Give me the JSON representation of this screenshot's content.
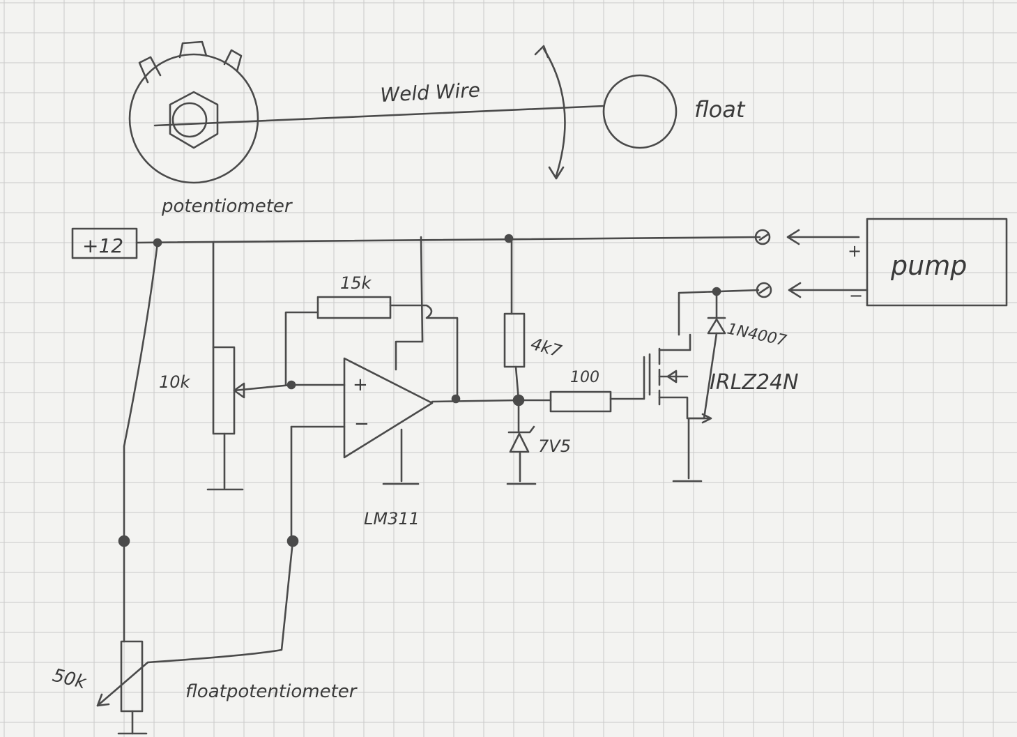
{
  "labels": {
    "weld_wire": "Weld Wire",
    "float": "float",
    "potentiometer": "potentiometer",
    "supply": "+12",
    "r_15k": "15k",
    "r_10k": "10k",
    "r_4k7": "4k7",
    "r_100": "100",
    "diode": "1N4007",
    "mosfet": "IRLZ24N",
    "zener": "7V5",
    "opamp": "LM311",
    "opamp_plus": "+",
    "opamp_minus": "−",
    "pump": "pump",
    "pump_plus": "+",
    "pump_minus": "−",
    "r_50k": "50k",
    "float_potentiometer": "floatpotentiometer"
  },
  "colors": {
    "ink": "#4a4a4a",
    "paper": "#f3f3f1",
    "grid": "#c9c9c9"
  }
}
